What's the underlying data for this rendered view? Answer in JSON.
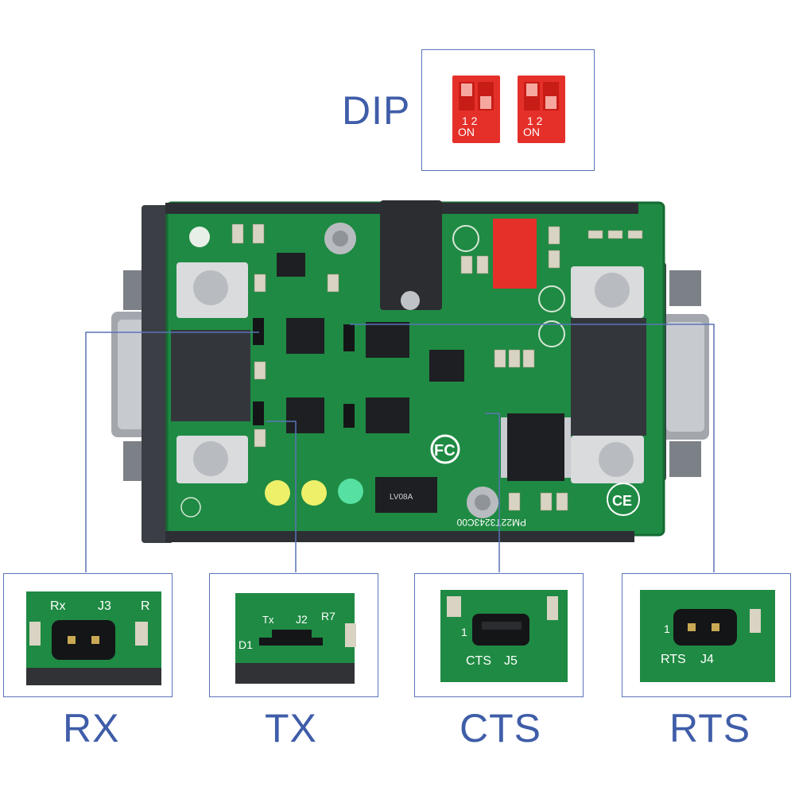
{
  "dip": {
    "label": "DIP",
    "switches": [
      {
        "numbers": "1 2",
        "on": "ON"
      },
      {
        "numbers": "1 2",
        "on": "ON"
      }
    ]
  },
  "board": {
    "silkscreen": {
      "part_number": "PM22T3243C00",
      "ic_marking": "LV08A",
      "fcc_mark": "FC",
      "ce_mark": "CE",
      "refs": [
        "J3",
        "J2",
        "J5",
        "J4",
        "R7",
        "D1"
      ]
    }
  },
  "callouts": [
    {
      "id": "rx",
      "label": "RX",
      "silk": "Rx",
      "jumper": "J3",
      "extra": "R"
    },
    {
      "id": "tx",
      "label": "TX",
      "silk": "Tx",
      "jumper": "J2",
      "extra": "R7",
      "diode": "D1"
    },
    {
      "id": "cts",
      "label": "CTS",
      "silk": "CTS",
      "jumper": "J5",
      "extra": "1"
    },
    {
      "id": "rts",
      "label": "RTS",
      "silk": "RTS",
      "jumper": "J4",
      "extra": "1"
    }
  ],
  "colors": {
    "label_blue": "#3f5da8",
    "pcb_green": "#1f8a43",
    "dip_red": "#e5302a",
    "frame_blue": "#5a74b8"
  }
}
